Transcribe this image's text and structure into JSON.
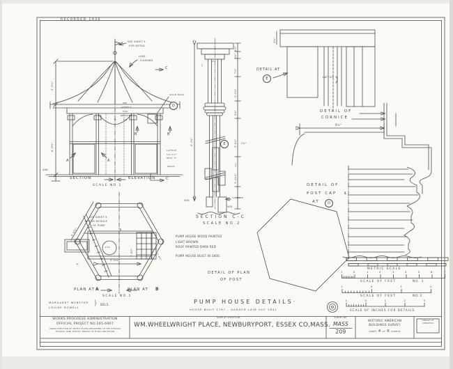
{
  "recorded": "RECORDED 1936",
  "elevation": {
    "see_sheet": "SEE SHEET 5",
    "for_detail": "FOR DETAIL",
    "lead": "LEAD",
    "flashing": "FLASHING",
    "solid_back": "SOLID BACK",
    "bracket_note": {
      "l1": "SEE",
      "l2": "SHEET 5",
      "l3": "FOR",
      "l4": "BRACKET",
      "l5": "P.D."
    },
    "lattice_note": {
      "l1": "LATTICE",
      "l2": "1⅛\"×⅞\"",
      "l3": "WDS. 3\""
    },
    "grade": "GRADE",
    "var": "VAR.",
    "marker_c": "C",
    "marker_d": "D",
    "marker_b": "B",
    "marker_a": "A",
    "dim_upper": "2'-5¾\"",
    "dim_lower": "8'-6½\"",
    "caption": {
      "left": "SECTION",
      "right": "ELEVATION",
      "scale": "SCALE NO.1"
    }
  },
  "plan": {
    "note": {
      "l1": "SEE SHEET 5",
      "l2": "FOR DETAILS",
      "l3": "OF PUMP"
    },
    "dim_side": "4'-9⅞\"",
    "dim_width": "3'-5⅞\"",
    "dim_depth": "2'-0½\"",
    "dim_side2": "4'-",
    "dim_side3": "2'-4⅞\"",
    "pump_dia": "11⅝",
    "cl": "℄",
    "caption": {
      "left": "PLAN AT",
      "a": "A",
      "right": "PLAN AT",
      "b": "B",
      "scale": "SCALE NO.1"
    }
  },
  "credits": {
    "name1": "MARGARET WEBSTER",
    "name2": "LOUISE ROWELL",
    "brace": "}",
    "role": "DELS."
  },
  "section_cc": {
    "dims": {
      "d1": "3⅝\"",
      "d2": "1½\"",
      "d3": "⅞\"",
      "d4": "4½\"",
      "d5": "7⅞\"",
      "d6": "1'-2⅝\"",
      "d7": "5⅜\"",
      "d8": "3'-6⅞\"",
      "d9": "8'-2⅜\"",
      "d10": "2⅜\"",
      "d11": "1¼\"",
      "d12": "1'-11¼\"",
      "wash": "¾\" WASH",
      "var1": "VAR.",
      "var2": "VAR."
    },
    "marker_e": "E",
    "caption": {
      "title": "SECTION C-C",
      "scale": "SCALE NO.2"
    }
  },
  "notes": {
    "l1": "PUMP HOUSE WOOD PAINTED",
    "l2": "LIGHT BROWN.",
    "l3": "ROOF PAINTED DARK RED",
    "l4": "PUMP HOUSE BUILT IN 1800."
  },
  "detail_e": {
    "label": "DETAIL AT",
    "marker": "E",
    "lattice": "LATTICE",
    "dim": "3⅝\""
  },
  "cornice": {
    "l1": "DETAIL OF",
    "l2": "CORNICE",
    "dim": "9½\""
  },
  "post_cap": {
    "l1": "DETAIL OF",
    "l2": "POST CAP",
    "l3": "AT",
    "marker": "D",
    "cl": "℄"
  },
  "post_plan": {
    "l1": "DETAIL OF PLAN",
    "l2": "OF POST"
  },
  "scales": {
    "metric_label": "METRIC SCALE",
    "feet1": {
      "ticks": [
        "1",
        "0",
        "1",
        "2",
        "3",
        "4",
        "5",
        "6",
        "7"
      ],
      "label": "SCALE OF FEET",
      "no": "NO. 1"
    },
    "feet2": {
      "ticks": [
        "1",
        "0",
        "1",
        "2"
      ],
      "label": "SCALE OF FEET",
      "no": "NO.2"
    },
    "inches": {
      "ticks": [
        "1",
        "0",
        "1",
        "2",
        "3"
      ],
      "label": "SCALE OF INCHES FOR DETAILS"
    }
  },
  "title": {
    "main": "PUMP HOUSE DETAILS·",
    "sub": "HOUSE BUILT 1797 – GARDEN LAID OUT 1841"
  },
  "title_block": {
    "wpa": {
      "l1": "WORKS PROGRESS ADMINISTRATION",
      "l2": "OFFICIAL PROJECT NO.265-6907",
      "l3": "UNDER DIRECTION OF UNITED STATES DEPARTMENT OF THE INTERIOR",
      "l4": "NATIONAL PARK SERVICE, BRANCH OF PLANS AND DESIGN"
    },
    "structure": {
      "label": "NAME OF STRUCTURE",
      "value": "WM.WHEELWRIGHT PLACE, NEWBURYPORT, ESSEX CO,MASS."
    },
    "survey": {
      "label": "SURVEY NO.",
      "state": "MASS",
      "number": "209"
    },
    "habs": {
      "l1": "HISTORIC AMERICAN",
      "l2": "BUILDINGS SURVEY",
      "sheet_prefix": "SHEET",
      "sheet_no": "4",
      "of": "OF",
      "total": "6",
      "sheets": "SHEETS"
    },
    "corner": {
      "l1": "LIBRARY OF",
      "l2": "CONGRESS"
    }
  },
  "ink": "#4a4f53",
  "paper": "#fbfaf4"
}
